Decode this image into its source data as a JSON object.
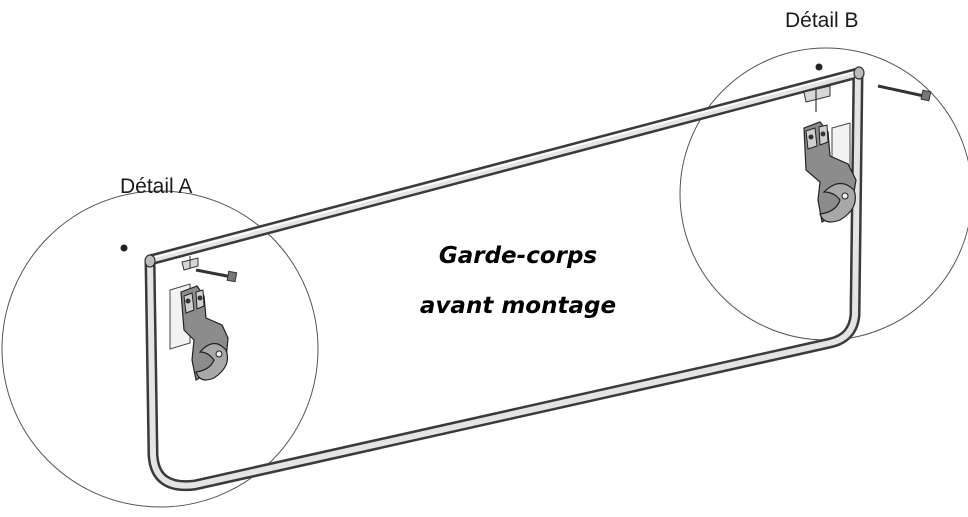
{
  "detail_a_label": "Détail A",
  "detail_b_label": "Détail B",
  "title_line1": "Garde-corps",
  "title_line2": "avant montage",
  "colors": {
    "tube_outline": "#3a3a3a",
    "tube_fill": "#cfcfcf",
    "bracket_fill": "#8a8a8a",
    "circle_line": "#555555"
  }
}
